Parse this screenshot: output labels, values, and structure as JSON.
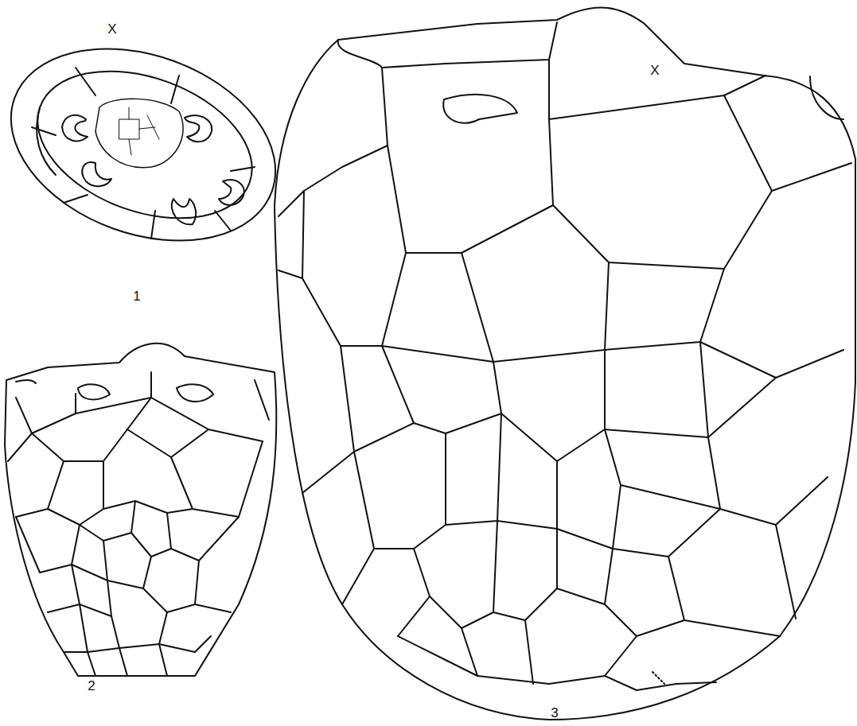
{
  "diagram": {
    "labels": [
      "X",
      "1",
      "2",
      "X",
      "3"
    ]
  }
}
